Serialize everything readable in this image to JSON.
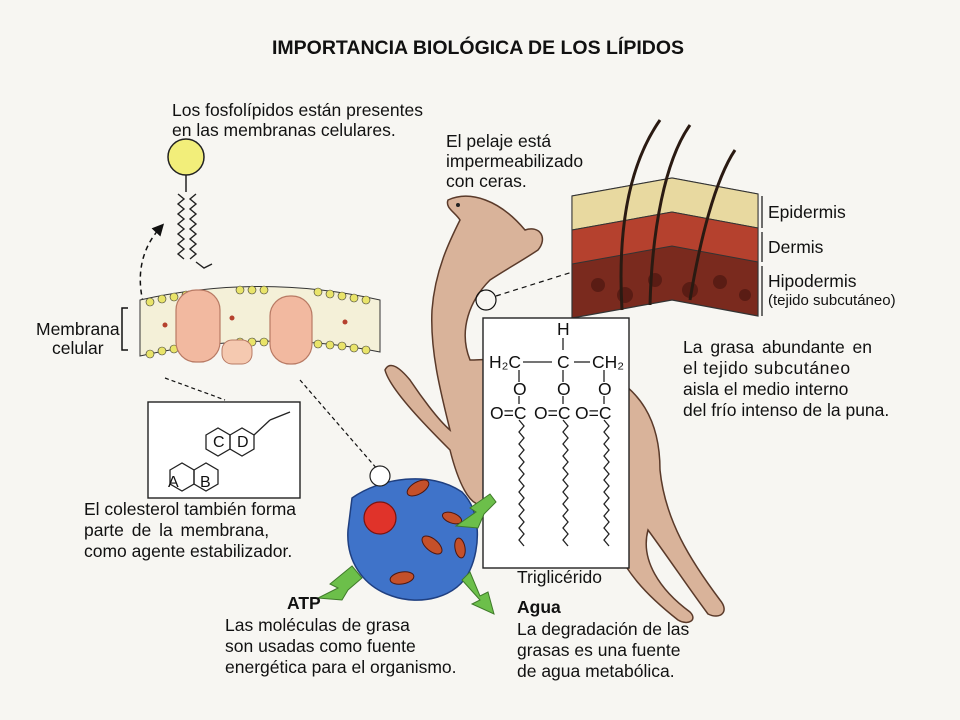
{
  "title": "IMPORTANCIA BIOLÓGICA DE LOS LÍPIDOS",
  "labels": {
    "phospholipids": [
      "Los fosfolípidos están presentes",
      "en las membranas celulares."
    ],
    "fur": [
      "El pelaje está",
      "impermeabilizado",
      "con ceras."
    ],
    "membrane": [
      "Membrana",
      "celular"
    ],
    "skin_layers": {
      "epidermis": "Epidermis",
      "dermis": "Dermis",
      "hipodermis": "Hipodermis",
      "hipodermis_note": "(tejido subcutáneo)"
    },
    "fat": [
      "La grasa abundante en",
      "el tejido subcutáneo",
      "aisla el medio interno",
      "del frío intenso de la puna."
    ],
    "cholesterol": [
      "El colesterol también forma",
      "parte de la membrana,",
      "como agente estabilizador."
    ],
    "steroid_rings": [
      "A",
      "B",
      "C",
      "D"
    ],
    "triglyceride_name": "Triglicérido",
    "atp_title": "ATP",
    "atp_text": [
      "Las moléculas de grasa",
      "son usadas como fuente",
      "energética para el organismo."
    ],
    "water_title": "Agua",
    "water_text": [
      "La degradación de las",
      "grasas es una fuente",
      "de agua metabólica."
    ]
  },
  "triglyceride_formula": {
    "top_h": "H",
    "left_ch2": "H₂C",
    "center_c": "C",
    "right_ch2": "CH₂",
    "oxygen": "O",
    "ester_left": "O=C",
    "ester_mid": "O=C",
    "ester_right": "O=C"
  },
  "colors": {
    "skin_epidermis": "#e8d9a0",
    "skin_dermis": "#b5412e",
    "skin_hipodermis": "#7a2a1e",
    "llama_body": "#d9b39a",
    "cell_fill": "#3f73c9",
    "arrow_green": "#6cbf4a",
    "protein_pink": "#f2b9a0",
    "phospholipid_head": "#f2ee7a"
  }
}
